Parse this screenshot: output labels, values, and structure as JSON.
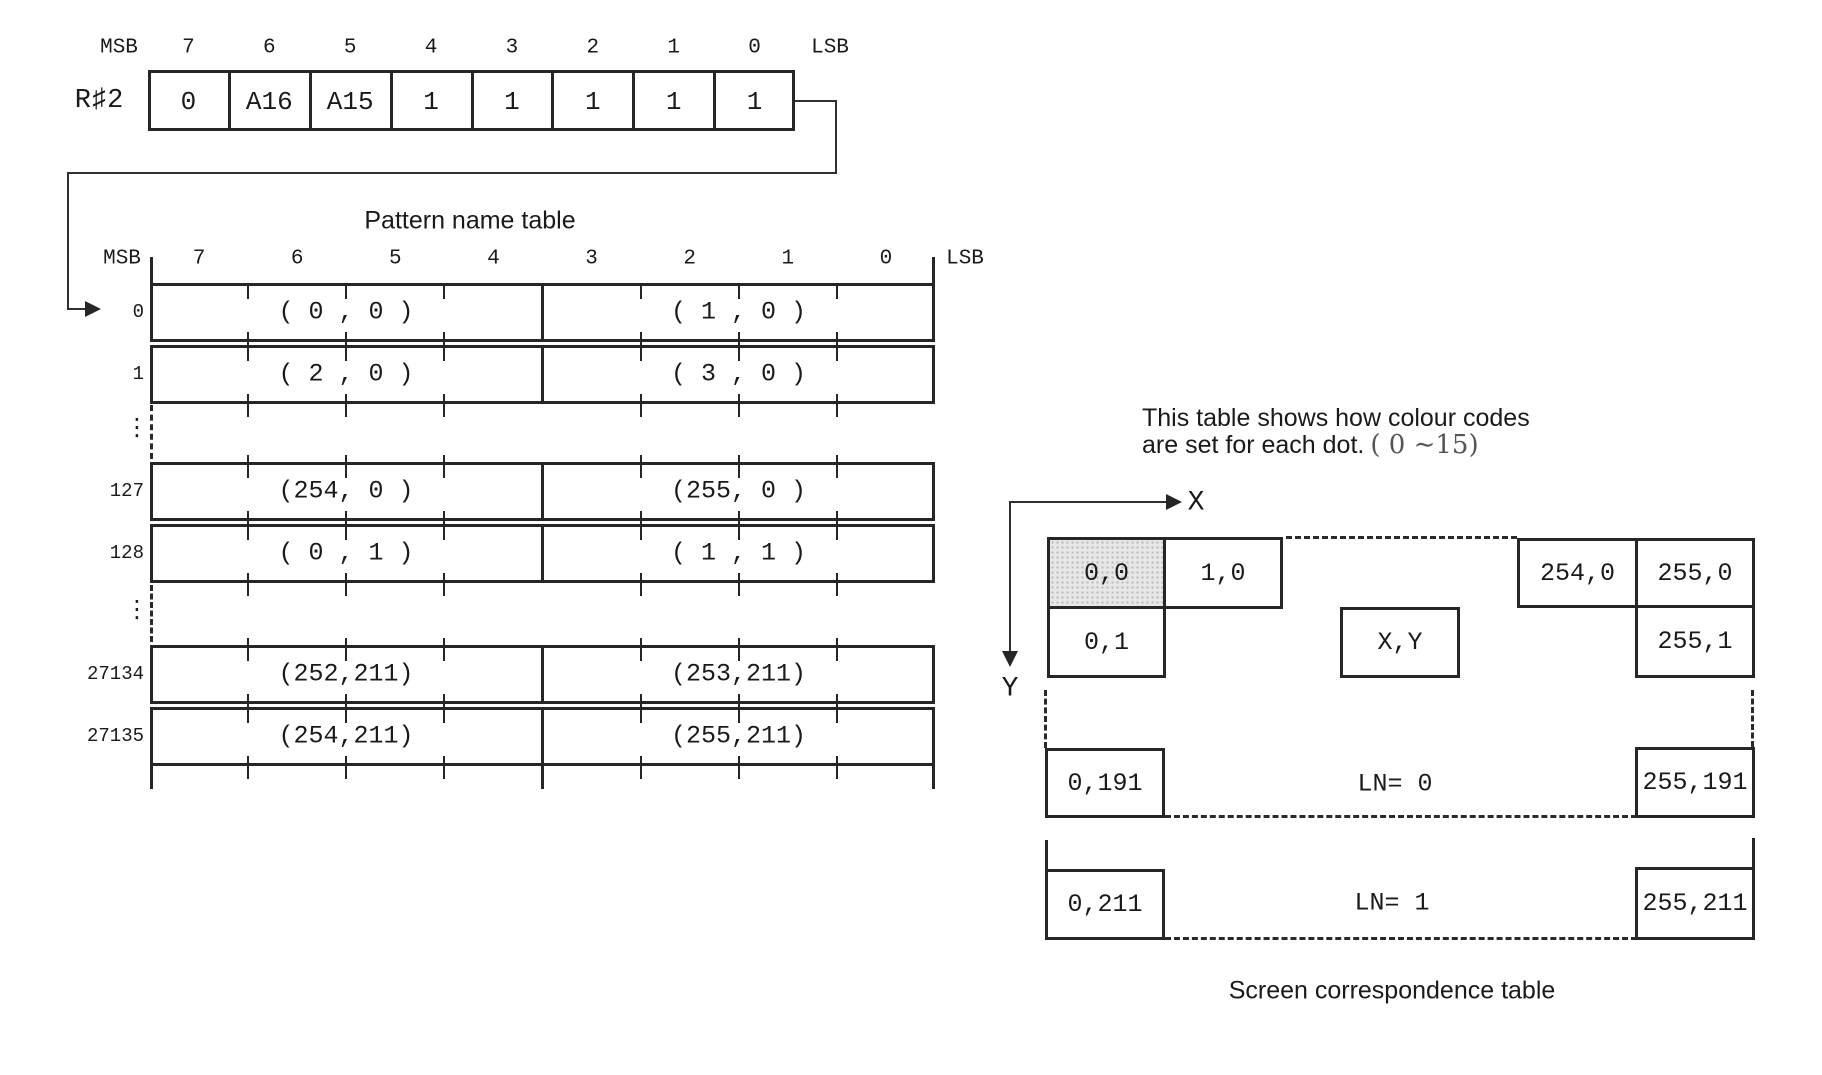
{
  "register": {
    "name": "R♯2",
    "msb": "MSB",
    "lsb": "LSB",
    "bit_labels": [
      "7",
      "6",
      "5",
      "4",
      "3",
      "2",
      "1",
      "0"
    ],
    "bits": [
      "0",
      "A16",
      "A15",
      "1",
      "1",
      "1",
      "1",
      "1"
    ]
  },
  "pattern_table": {
    "title": "Pattern name table",
    "msb": "MSB",
    "lsb": "LSB",
    "bit_labels": [
      "7",
      "6",
      "5",
      "4",
      "3",
      "2",
      "1",
      "0"
    ],
    "ellipsis": "⋮",
    "rows": [
      {
        "label": "0",
        "left": "( 0 , 0 )",
        "right": "( 1 , 0 )"
      },
      {
        "label": "1",
        "left": "( 2 , 0 )",
        "right": "( 3 , 0 )"
      },
      {
        "label": "127",
        "left": "(254, 0 )",
        "right": "(255, 0 )"
      },
      {
        "label": "128",
        "left": "( 0 , 1 )",
        "right": "( 1 , 1 )"
      },
      {
        "label": "27134",
        "left": "(252,211)",
        "right": "(253,211)"
      },
      {
        "label": "27135",
        "left": "(254,211)",
        "right": "(255,211)"
      }
    ]
  },
  "note": {
    "line1": "This table shows how colour codes",
    "line2": "are set for each dot.",
    "range": "( 0 ∼15)"
  },
  "screen_table": {
    "caption": "Screen correspondence table",
    "x_axis": "X",
    "y_axis": "Y",
    "cells": {
      "c00": "0,0",
      "c10": "1,0",
      "c2540": "254,0",
      "c2550": "255,0",
      "c01": "0,1",
      "cxy": "X,Y",
      "c2551": "255,1",
      "c0191": "0,191",
      "ln0": "LN= 0",
      "c255191": "255,191",
      "c0211": "0,211",
      "ln1": "LN= 1",
      "c255211": "255,211"
    }
  }
}
